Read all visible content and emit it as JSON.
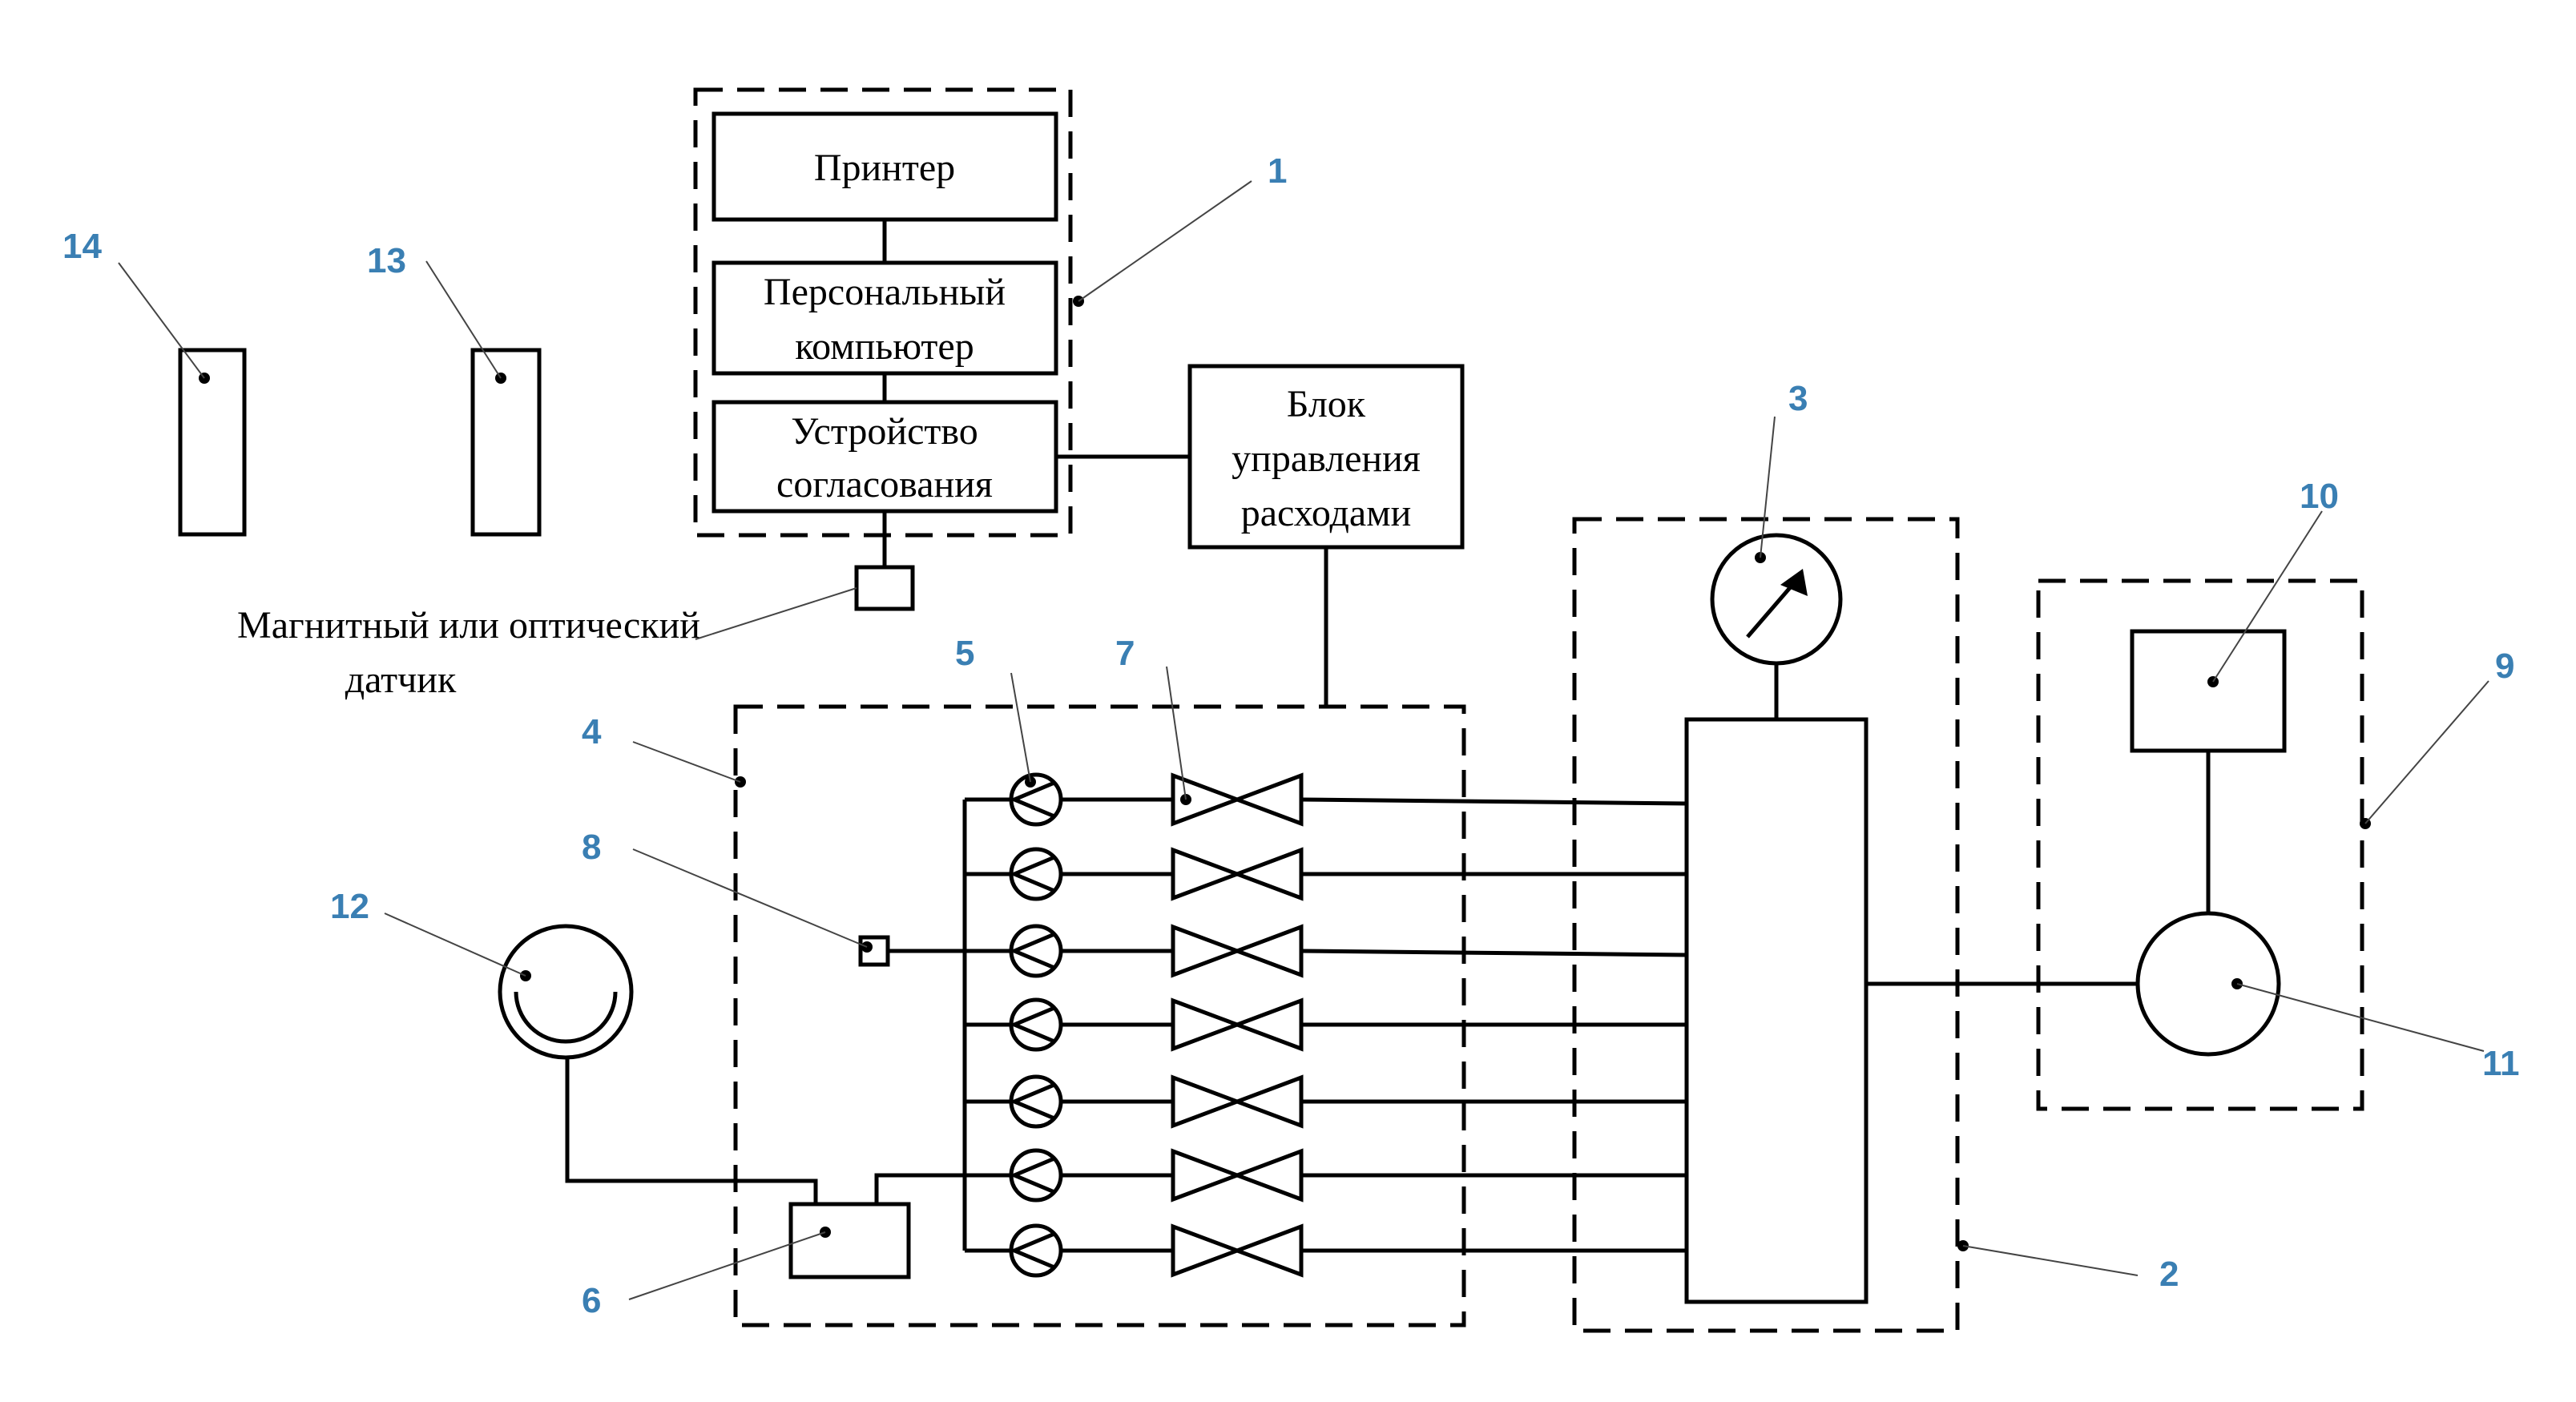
{
  "boxes": {
    "printer": "Принтер",
    "pc_line1": "Персональный",
    "pc_line2": "компьютер",
    "interface_line1": "Устройство",
    "interface_line2": "согласования",
    "flow_line1": "Блок",
    "flow_line2": "управления",
    "flow_line3": "расходами"
  },
  "sensor_label": {
    "line1": "Магнитный или оптический",
    "line2": "датчик"
  },
  "callouts": {
    "c1": "1",
    "c2": "2",
    "c3": "3",
    "c4": "4",
    "c5": "5",
    "c6": "6",
    "c7": "7",
    "c8": "8",
    "c9": "9",
    "c10": "10",
    "c11": "11",
    "c12": "12",
    "c13": "13",
    "c14": "14"
  },
  "colors": {
    "callout": "#3a7fb3",
    "line": "#000000"
  }
}
